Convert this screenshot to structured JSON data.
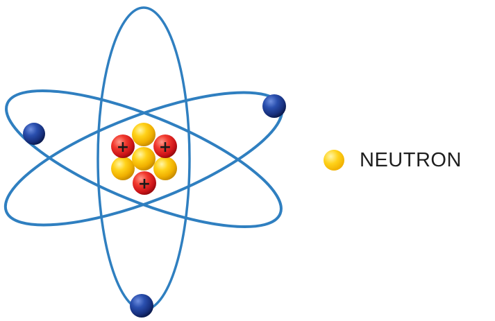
{
  "diagram": {
    "nucleus": {
      "proton_symbol": "+",
      "proton_count": 3,
      "neutron_count": 4
    },
    "electron_count": 3,
    "orbit_count": 3
  },
  "legend": {
    "items": [
      {
        "label": "NEUTRON",
        "color": "#f5c400"
      }
    ]
  },
  "colors": {
    "orbit": "#2f7fc0",
    "electron": "#1d3f93",
    "proton": "#e8202a",
    "neutron": "#f5c400",
    "label": "#1e1e1e"
  }
}
